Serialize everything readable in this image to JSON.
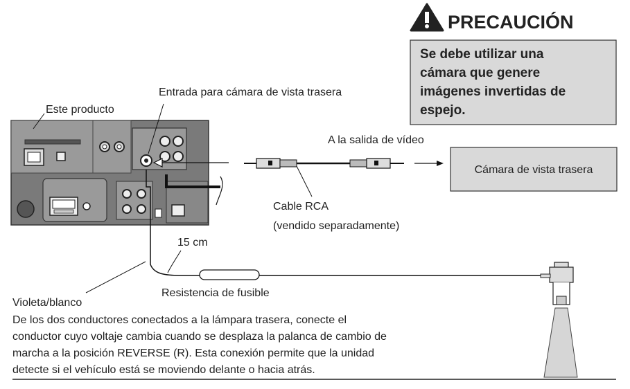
{
  "caution": {
    "title": "PRECAUCIÓN",
    "lines": [
      "Se debe utilizar una",
      "cámara que genere",
      "imágenes invertidas de",
      "espejo."
    ]
  },
  "labels": {
    "product": "Este producto",
    "camera_input": "Entrada para cámara de vista trasera",
    "video_out": "A la salida de vídeo",
    "camera": "Cámara de vista trasera",
    "rca_cable": "Cable RCA",
    "rca_note": "(vendido separadamente)",
    "length": "15 cm",
    "fuse": "Resistencia  de fusible",
    "wire_color": "Violeta/blanco"
  },
  "description": [
    "De los dos conductores conectados a la lámpara trasera, conecte el",
    "conductor cuyo voltaje cambia cuando se desplaza la palanca de cambio de",
    "marcha a la posición REVERSE (R). Esta conexión permite que la unidad",
    "detecte si el vehículo está se moviendo delante o hacia atrás."
  ]
}
